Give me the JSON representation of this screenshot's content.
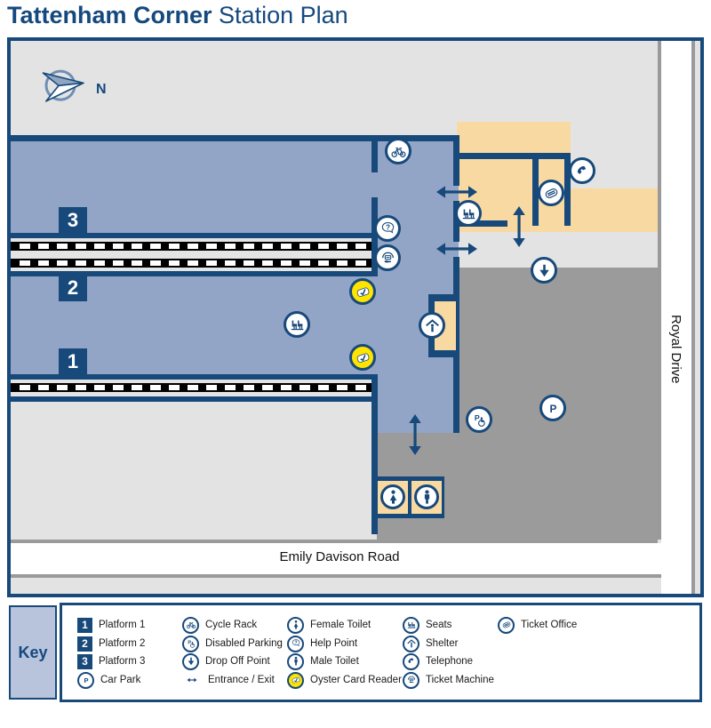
{
  "title": {
    "station": "Tattenham Corner",
    "suffix": "Station Plan"
  },
  "map": {
    "compass_label": "N",
    "roads": {
      "bottom": "Emily Davison Road",
      "right": "Royal Drive"
    },
    "platforms": [
      {
        "label": "3"
      },
      {
        "label": "2"
      },
      {
        "label": "1"
      }
    ],
    "features": [
      "cycle-rack",
      "help-point",
      "ticket-machine",
      "oyster-card-reader",
      "seats",
      "oyster-card-reader",
      "seats",
      "ticket-office",
      "telephone",
      "drop-off-point",
      "shelter",
      "disabled-parking",
      "car-park",
      "female-toilet",
      "male-toilet",
      "entrance-exit",
      "entrance-exit"
    ]
  },
  "key": {
    "title": "Key",
    "columns": [
      {
        "items": [
          {
            "icon": "platform-1-badge",
            "label": "Platform 1"
          },
          {
            "icon": "platform-2-badge",
            "label": "Platform 2"
          },
          {
            "icon": "platform-3-badge",
            "label": "Platform 3"
          },
          {
            "icon": "car-park-icon",
            "label": "Car Park"
          }
        ]
      },
      {
        "items": [
          {
            "icon": "cycle-rack-icon",
            "label": "Cycle Rack"
          },
          {
            "icon": "disabled-parking-icon",
            "label": "Disabled Parking"
          },
          {
            "icon": "drop-off-point-icon",
            "label": "Drop Off Point"
          },
          {
            "icon": "entrance-exit-icon",
            "label": "Entrance / Exit"
          }
        ]
      },
      {
        "items": [
          {
            "icon": "female-toilet-icon",
            "label": "Female Toilet"
          },
          {
            "icon": "help-point-icon",
            "label": "Help Point"
          },
          {
            "icon": "male-toilet-icon",
            "label": "Male Toilet"
          },
          {
            "icon": "oyster-card-reader-icon",
            "label": "Oyster Card Reader"
          }
        ]
      },
      {
        "items": [
          {
            "icon": "seats-icon",
            "label": "Seats"
          },
          {
            "icon": "shelter-icon",
            "label": "Shelter"
          },
          {
            "icon": "telephone-icon",
            "label": "Telephone"
          },
          {
            "icon": "ticket-machine-icon",
            "label": "Ticket Machine"
          }
        ]
      },
      {
        "items": [
          {
            "icon": "ticket-office-icon",
            "label": "Ticket Office"
          }
        ]
      }
    ]
  },
  "colors": {
    "dark_blue": "#17497B",
    "steel_blue": "#93A5C6",
    "light_gray": "#E3E3E3",
    "car_park_gray": "#9B9B9B",
    "building_tan": "#F9D9A2",
    "oyster_yellow": "#FFE400",
    "road_white": "#FFFFFF",
    "key_box_blue": "#B8C4DC"
  }
}
